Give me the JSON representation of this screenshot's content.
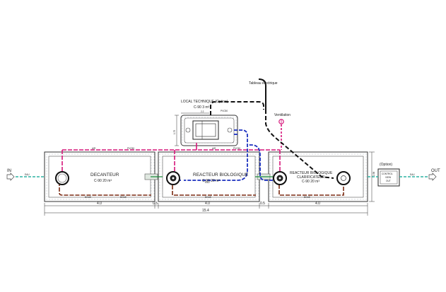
{
  "labels": {
    "inlet": "IN",
    "outlet": "OUT",
    "electrical_panel": "Tableau électrique",
    "ventilation": "Ventilation",
    "option": "(Option)"
  },
  "tanks": {
    "technical_room": {
      "title": "LOCAL TECHNIQUE (Option)",
      "spec": "C-90 3 m³"
    },
    "decanter": {
      "title": "DECANTEUR",
      "spec": "C-90 20 m³"
    },
    "bio_reactor": {
      "title": "REACTEUR BIOLOGIQUE",
      "spec": "C-90 20 m³"
    },
    "bio_clarifier": {
      "title_line1": "REACTEUR BIOLOGIQUE",
      "title_line2": "CLARIFICATEUR",
      "spec": "C-90 20 m³"
    }
  },
  "control_box": {
    "line1": "CONTROL",
    "line2": "VIEW",
    "line3": "OUT"
  },
  "dimensions": {
    "decanter_length": "4.0",
    "gap_1": "0.5",
    "reactor_length": "4.0",
    "gap_2": "0.5",
    "clarifier_length": "4.0",
    "total_length": "15.4",
    "tank_width": "2.38",
    "tech_height": "1.75",
    "tech_width": "2.2"
  },
  "pipe_labels": {
    "air": "AIR",
    "eau": "EAU",
    "pvc": "PVC50",
    "boue": "BOUE"
  },
  "colors": {
    "air_line": "#d6157a",
    "recirc_line": "#1a2fbf",
    "sludge_line": "#7a2a12",
    "water_line": "#2fb4a4",
    "cable": "#111111",
    "outline": "#333333"
  }
}
